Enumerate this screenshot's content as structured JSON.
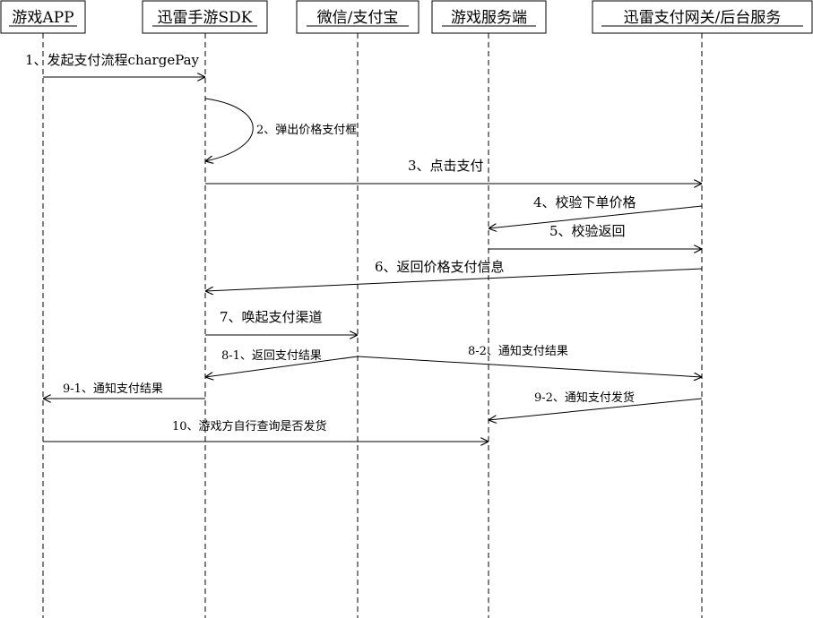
{
  "actors": [
    {
      "id": "app",
      "label": "游戏APP"
    },
    {
      "id": "sdk",
      "label": "迅雷手游SDK"
    },
    {
      "id": "pay",
      "label": "微信/支付宝"
    },
    {
      "id": "server",
      "label": "游戏服务端"
    },
    {
      "id": "gateway",
      "label": "迅雷支付网关/后台服务"
    }
  ],
  "messages": [
    {
      "label": "1、发起支付流程chargePay"
    },
    {
      "label": "2、弹出价格支付框"
    },
    {
      "label": "3、点击支付"
    },
    {
      "label": "4、校验下单价格"
    },
    {
      "label": "5、校验返回"
    },
    {
      "label": "6、返回价格支付信息"
    },
    {
      "label": "7、唤起支付渠道"
    },
    {
      "label": "8-1、返回支付结果"
    },
    {
      "label": "8-2、通知支付结果"
    },
    {
      "label": "9-1、通知支付结果"
    },
    {
      "label": "9-2、通知支付发货"
    },
    {
      "label": "10、游戏方自行查询是否发货"
    }
  ]
}
